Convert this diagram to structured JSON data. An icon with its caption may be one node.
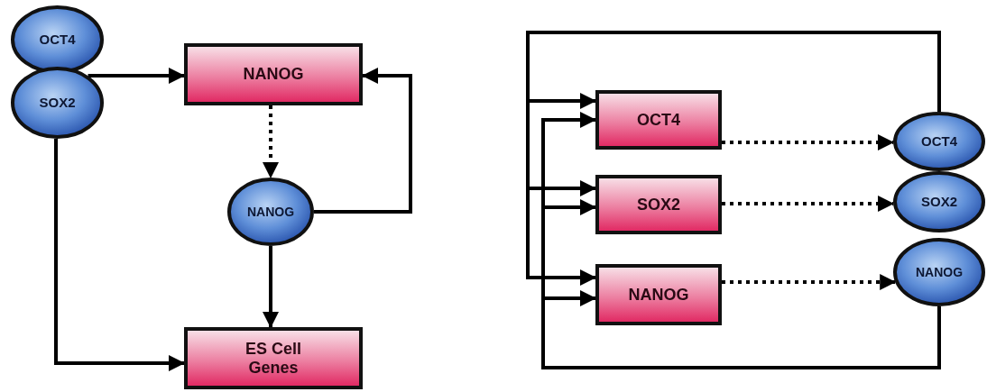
{
  "diagram": {
    "nodes": [
      {
        "text": [
          "OCT4"
        ]
      },
      {
        "text": [
          "SOX2"
        ]
      },
      {
        "text": [
          "NANOG"
        ]
      },
      {
        "text": [
          "NANOG"
        ]
      },
      {
        "text": [
          "ES Cell Genes"
        ]
      },
      {
        "text": [
          "OCT4"
        ]
      },
      {
        "text": [
          "SOX2"
        ]
      },
      {
        "text": [
          "NANOG"
        ]
      },
      {
        "text": [
          "OCT4"
        ]
      },
      {
        "text": [
          "SOX2"
        ]
      },
      {
        "text": [
          "NANOG"
        ]
      }
    ],
    "edges": [
      {
        "from": 1,
        "to": 2,
        "arrow": "to"
      },
      {
        "from": 2,
        "to": 3,
        "arrow": "to",
        "style": "dashed"
      },
      {
        "from": 3,
        "to": 2,
        "arrow": "to"
      },
      {
        "from": 3,
        "to": 4,
        "arrow": "to"
      },
      {
        "from": 1,
        "to": 4,
        "arrow": "to"
      },
      {
        "from": 5,
        "to": 8,
        "arrow": "to",
        "style": "dashed"
      },
      {
        "from": 6,
        "to": 9,
        "arrow": "to",
        "style": "dashed"
      },
      {
        "from": 7,
        "to": 10,
        "arrow": "to",
        "style": "dashed"
      },
      {
        "from": 8,
        "to": 5,
        "arrow": "to"
      },
      {
        "from": 8,
        "to": 6,
        "arrow": "to"
      },
      {
        "from": 8,
        "to": 7,
        "arrow": "to"
      },
      {
        "from": 10,
        "to": 5,
        "arrow": "to"
      },
      {
        "from": 10,
        "to": 6,
        "arrow": "to"
      },
      {
        "from": 10,
        "to": 7,
        "arrow": "to"
      }
    ]
  }
}
